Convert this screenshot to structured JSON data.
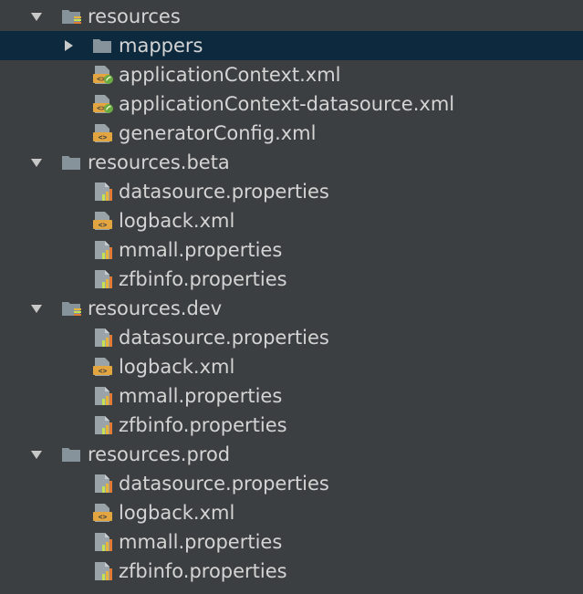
{
  "tree": {
    "items": [
      {
        "label": "resources",
        "kind": "folder-resources",
        "icon": "resources-folder-icon",
        "expanded": true,
        "depth": 0,
        "selected": false
      },
      {
        "label": "mappers",
        "kind": "folder",
        "icon": "folder-icon",
        "expanded": false,
        "depth": 1,
        "selected": true
      },
      {
        "label": "applicationContext.xml",
        "kind": "spring-xml",
        "icon": "spring-xml-file-icon",
        "depth": 1,
        "selected": false
      },
      {
        "label": "applicationContext-datasource.xml",
        "kind": "spring-xml",
        "icon": "spring-xml-file-icon",
        "depth": 1,
        "selected": false
      },
      {
        "label": "generatorConfig.xml",
        "kind": "xml",
        "icon": "xml-file-icon",
        "depth": 1,
        "selected": false
      },
      {
        "label": "resources.beta",
        "kind": "folder",
        "icon": "folder-icon",
        "expanded": true,
        "depth": 0,
        "selected": false
      },
      {
        "label": "datasource.properties",
        "kind": "properties",
        "icon": "properties-file-icon",
        "depth": 1,
        "selected": false
      },
      {
        "label": "logback.xml",
        "kind": "xml",
        "icon": "xml-file-icon",
        "depth": 1,
        "selected": false
      },
      {
        "label": "mmall.properties",
        "kind": "properties",
        "icon": "properties-file-icon",
        "depth": 1,
        "selected": false
      },
      {
        "label": "zfbinfo.properties",
        "kind": "properties",
        "icon": "properties-file-icon",
        "depth": 1,
        "selected": false
      },
      {
        "label": "resources.dev",
        "kind": "folder-resources",
        "icon": "resources-folder-icon",
        "expanded": true,
        "depth": 0,
        "selected": false
      },
      {
        "label": "datasource.properties",
        "kind": "properties",
        "icon": "properties-file-icon",
        "depth": 1,
        "selected": false
      },
      {
        "label": "logback.xml",
        "kind": "xml",
        "icon": "xml-file-icon",
        "depth": 1,
        "selected": false
      },
      {
        "label": "mmall.properties",
        "kind": "properties",
        "icon": "properties-file-icon",
        "depth": 1,
        "selected": false
      },
      {
        "label": "zfbinfo.properties",
        "kind": "properties",
        "icon": "properties-file-icon",
        "depth": 1,
        "selected": false
      },
      {
        "label": "resources.prod",
        "kind": "folder",
        "icon": "folder-icon",
        "expanded": true,
        "depth": 0,
        "selected": false
      },
      {
        "label": "datasource.properties",
        "kind": "properties",
        "icon": "properties-file-icon",
        "depth": 1,
        "selected": false
      },
      {
        "label": "logback.xml",
        "kind": "xml",
        "icon": "xml-file-icon",
        "depth": 1,
        "selected": false
      },
      {
        "label": "mmall.properties",
        "kind": "properties",
        "icon": "properties-file-icon",
        "depth": 1,
        "selected": false
      },
      {
        "label": "zfbinfo.properties",
        "kind": "properties",
        "icon": "properties-file-icon",
        "depth": 1,
        "selected": false
      }
    ]
  },
  "colors": {
    "background": "#3c3f41",
    "selection": "#0d293e",
    "text": "#d4d4d4",
    "folder": "#87939a",
    "xml_orange": "#e2a540",
    "spring_green": "#6aab3f",
    "properties_bars": [
      "#c5e050",
      "#e8b339",
      "#e07a35"
    ]
  }
}
